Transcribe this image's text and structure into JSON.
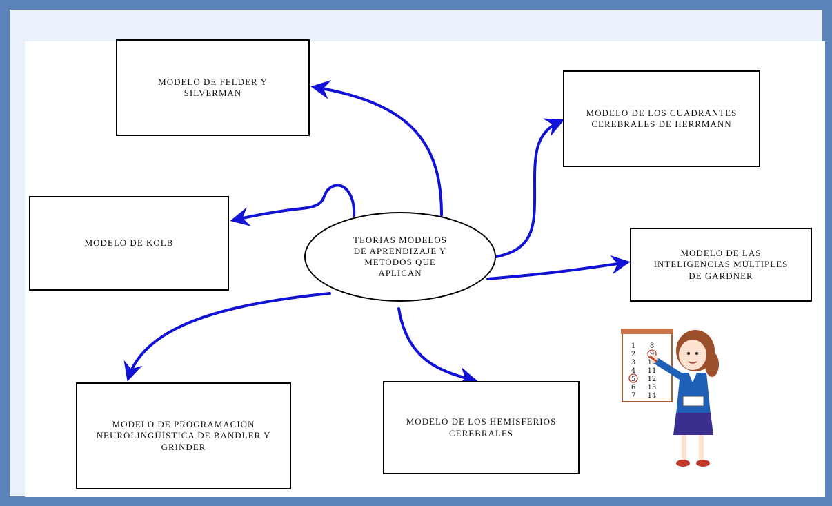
{
  "center": {
    "label": "TEORIAS  MODELOS\nDE APRENDIZAJE  Y\nMETODOS QUE\nAPLICAN"
  },
  "nodes": {
    "felder": "MODELO DE FELDER  Y\nSILVERMAN",
    "herrmann": "MODELO DE LOS CUADRANTES\nCEREBRALES DE HERRMANN",
    "kolb": "MODELO DE KOLB",
    "gardner": "MODELO DE LAS\nINTELIGENCIAS MÚLTIPLES\nDE GARDNER",
    "pnl": "MODELO DE PROGRAMACIÓN\nNEUROLINGÜÍSTICA DE BANDLER Y\nGRINDER",
    "hemisferios": "MODELO DE LOS HEMISFERIOS\nCEREBRALES"
  },
  "colors": {
    "arrow": "#1212d6",
    "frame": "#5b82b9",
    "frame_inner": "#e9f1fb"
  },
  "illustration": {
    "numbers_left": [
      "1",
      "2",
      "3",
      "4",
      "5",
      "6",
      "7"
    ],
    "numbers_right": [
      "8",
      "9",
      "10",
      "11",
      "12",
      "13",
      "14"
    ]
  }
}
